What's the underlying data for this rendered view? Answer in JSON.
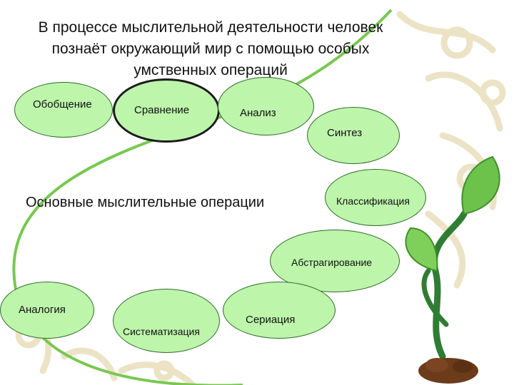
{
  "slide": {
    "title_lines": [
      "В процессе мыслительной деятельности человек",
      "познаёт окружающий мир с помощью особых",
      "умственных операций"
    ],
    "center_label": "Основные мыслительные операции",
    "operations": [
      "Обобщение",
      "Сравнение",
      "Анализ",
      "Синтез",
      "Классификация",
      "Абстрагирование",
      "Аналогия",
      "Систематизация",
      "Сериация"
    ]
  },
  "colors": {
    "oval_fill": "#bdf5ab",
    "oval_border": "#2f6b2a",
    "arc": "#78c850",
    "ornament": "#ece3c6",
    "leaf": "#6cc24a",
    "soil": "#6b3b1a"
  },
  "icons": [
    "ornament-pattern",
    "sprout-icon"
  ]
}
